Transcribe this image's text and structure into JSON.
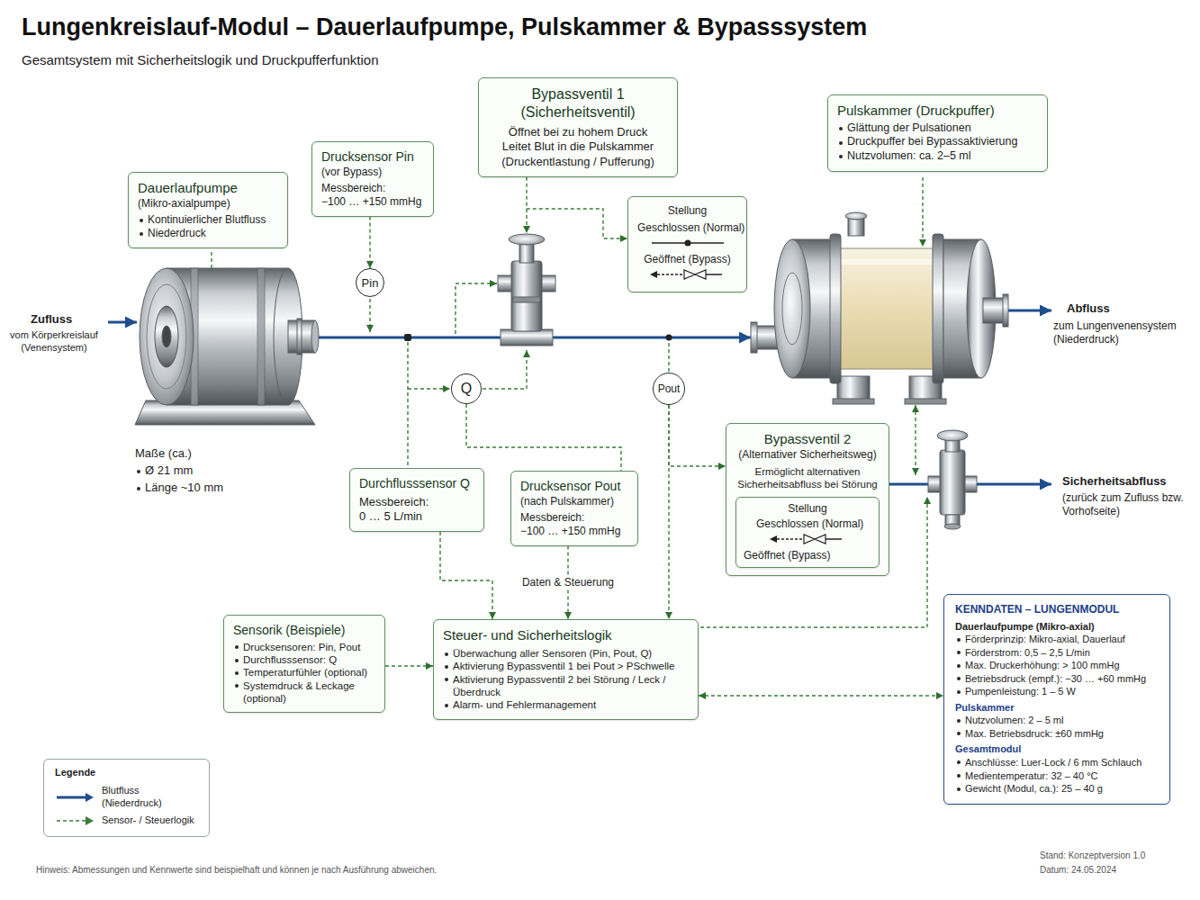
{
  "diagram": {
    "title": "Lungenkreislauf-Modul – Dauerlaufpumpe, Pulskammer & Bypasssystem",
    "caption": "Gesamtsystem mit Sicherheitslogik und Druckpufferfunktion",
    "nodes": [
      {
        "text": [
          "Bypassventil 1 (Sicherheitsventil)",
          "Öffnet bei zu hohem Druck",
          "Leitet Blut in die Pulskammer (Druckentlastung / Pufferung)"
        ]
      },
      {
        "text": [
          "Pulskammer (Druckpuffer)",
          "Glättung der Pulsationen",
          "Druckpuffer bei Bypassaktivierung",
          "Nutzvolumen: ca. 2–5 ml"
        ]
      },
      {
        "text": [
          "Drucksensor Pin",
          "(vor Bypass)",
          "Messbereich:",
          "−100 … +150 mmHg"
        ]
      },
      {
        "text": [
          "Dauerlaufpumpe",
          "(Mikro-axialpumpe)",
          "Kontinuierlicher Blutfluss",
          "Niederdruck"
        ]
      },
      {
        "text": [
          "Stellung",
          "Geschlossen (Normal)",
          "Geöffnet (Bypass)"
        ]
      },
      {
        "text": [
          "Pin"
        ]
      },
      {
        "text": [
          "Q"
        ]
      },
      {
        "text": [
          "Pout"
        ]
      },
      {
        "text": [
          "Bypassventil 2",
          "(Alternativer Sicherheitsweg)",
          "Ermöglicht alternativen Sicherheitsabfluss bei Störung"
        ]
      },
      {
        "text": [
          "Stellung",
          "Geschlossen (Normal)",
          "Geöffnet (Bypass)"
        ],
        "in": 8
      },
      {
        "text": [
          "Durchflusssensor Q",
          "Messbereich:",
          "0 … 5 L/min"
        ]
      },
      {
        "text": [
          "Drucksensor Pout",
          "(nach Pulskammer)",
          "Messbereich:",
          "−100 … +150 mmHg"
        ]
      },
      {
        "text": [
          "Sensorik (Beispiele)",
          "Drucksensoren: Pin, Pout",
          "Durchflusssensor: Q",
          "Temperaturfühler (optional)",
          "Systemdruck & Leckage (optional)"
        ]
      },
      {
        "text": [
          "Steuer- und Sicherheitslogik",
          "Überwachung aller Sensoren (Pin, Pout, Q)",
          "Aktivierung Bypassventil 1 bei Pout > PSchwelle",
          "Aktivierung Bypassventil 2 bei Störung / Leck / Überdruck",
          "Alarm- und Fehlermanagement"
        ]
      },
      {
        "text": [
          "KENNDATEN – LUNGENMODUL",
          "Dauerlaufpumpe (Mikro-axial)",
          "Förderprinzip: Mikro-axial, Dauerlauf",
          "Förderstrom: 0,5 – 2,5 L/min",
          "Max. Druckerhöhung: > 100 mmHg",
          "Betriebsdruck (empf.): −30 … +60 mmHg",
          "Pumpenleistung: 1 – 5 W",
          "Pulskammer",
          "Nutzvolumen: 2 – 5 ml",
          "Max. Betriebsdruck: ±60 mmHg",
          "Gesamtmodul",
          "Anschlüsse: Luer-Lock / 6 mm Schlauch",
          "Medientemperatur: 32 – 40 °C",
          "Gewicht (Modul, ca.): 25 – 40 g"
        ]
      }
    ],
    "edges": [
      {
        "from": 2,
        "to": 5,
        "arrow": "to"
      },
      {
        "from": 0,
        "to": 4,
        "arrow": "to"
      },
      {
        "from": 10,
        "to": 13,
        "arrow": "to"
      },
      {
        "from": 11,
        "to": 13,
        "arrow": "to",
        "label": "Daten & Steuerung"
      },
      {
        "from": 7,
        "to": 13,
        "arrow": "to"
      },
      {
        "from": 7,
        "to": 8,
        "arrow": "to"
      },
      {
        "from": 6,
        "to": 11,
        "arrow": "none"
      },
      {
        "from": 12,
        "to": 13,
        "arrow": "to"
      },
      {
        "from": 13,
        "to": 14,
        "arrow": "both"
      }
    ],
    "labels": [
      "Zufluss",
      "vom Körperkreislauf (Venensystem)",
      "Maße (ca.)",
      "Ø 21 mm",
      "Länge ~10 mm",
      "Abfluss",
      "zum Lungenvenensystem (Niederdruck)",
      "Sicherheitsabfluss",
      "(zurück zum Zufluss bzw. Vorhofseite)",
      "Legende",
      "Hinweis: Abmessungen und Kennwerte sind beispielhaft und können je nach Ausführung abweichen.",
      "Stand: Konzeptversion 1.0",
      "Datum: 24.05.2024"
    ],
    "legend": [
      {
        "text": "Blutfluss (Niederdruck)"
      },
      {
        "text": "Sensor- / Steuerlogik"
      }
    ]
  }
}
